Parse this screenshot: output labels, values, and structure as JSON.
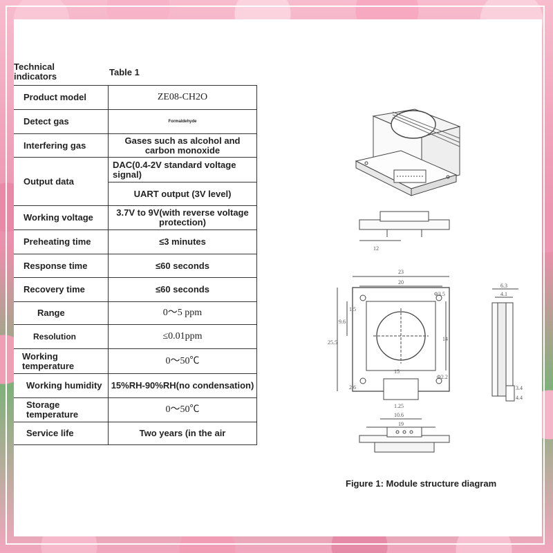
{
  "heading": "Technical indicators",
  "table_title": "Table 1",
  "rows": [
    {
      "label": "Product model",
      "value": "ZE08-CH2O"
    },
    {
      "label": "Detect gas",
      "value": "Formaldehyde"
    },
    {
      "label": "Interfering gas",
      "value": "Gases such as alcohol and carbon monoxide"
    },
    {
      "label": "Output data",
      "value": "DAC(0.4-2V standard voltage signal)",
      "value2": "UART output (3V level)"
    },
    {
      "label": "Working voltage",
      "value": "3.7V to 9V(with reverse voltage protection)"
    },
    {
      "label": "Preheating time",
      "value": "≤3 minutes"
    },
    {
      "label": "Response time",
      "value": "≤60 seconds"
    },
    {
      "label": "Recovery time",
      "value": "≤60 seconds"
    },
    {
      "label": "Range",
      "value": "0～5 ppm"
    },
    {
      "label": "Resolution",
      "value": "≤0.01ppm"
    },
    {
      "label": "Working temperature",
      "value": "0～50℃"
    },
    {
      "label": "Working humidity",
      "value": "15%RH-90%RH(no condensation)"
    },
    {
      "label": "Storage temperature",
      "value": "0～50℃"
    },
    {
      "label": "Service life",
      "value": "Two years (in the air"
    }
  ],
  "figure_caption": "Figure 1: Module structure diagram",
  "dimensions": {
    "d23": "23",
    "d20": "20",
    "d15": "15",
    "d14": "14",
    "d9_6": "9.6",
    "d1_5": "1.5",
    "d25_5": "25.5",
    "d2_6": "2.6",
    "d1_25": "1.25",
    "d10_6": "10.6",
    "d19": "19",
    "d12": "12",
    "d6_3": "6.3",
    "d4_1": "4.1",
    "d3_4": "3.4",
    "d4_4": "4.4",
    "hole1": "Φ3.5",
    "hole2": "Φ2.2"
  }
}
